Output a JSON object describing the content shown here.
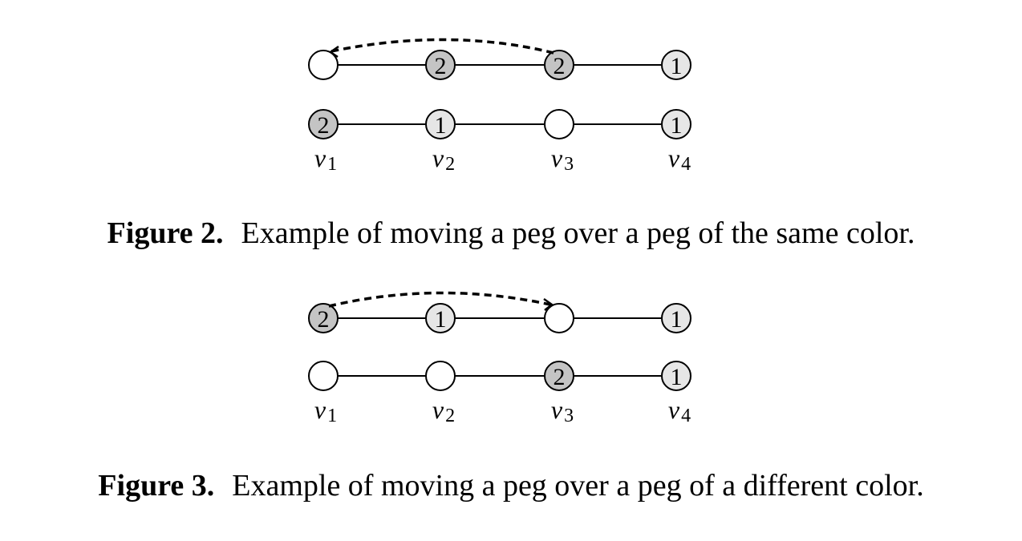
{
  "figures": [
    {
      "label": "Figure 2.",
      "caption": "Example of moving a peg over a peg of the same color.",
      "vertex_labels": [
        "v1",
        "v2",
        "v3",
        "v4"
      ],
      "rows": [
        [
          "",
          "2",
          "2",
          "1"
        ],
        [
          "2",
          "1",
          "",
          "1"
        ]
      ],
      "jump": {
        "from": "v3",
        "to": "v1"
      }
    },
    {
      "label": "Figure 3.",
      "caption": "Example of moving a peg over a peg of a different color.",
      "vertex_labels": [
        "v1",
        "v2",
        "v3",
        "v4"
      ],
      "rows": [
        [
          "2",
          "1",
          "",
          "1"
        ],
        [
          "",
          "",
          "2",
          "1"
        ]
      ],
      "jump": {
        "from": "v1",
        "to": "v3"
      }
    }
  ],
  "colors": {
    "color2_fill": "#c4c4c4",
    "color1_fill": "#e6e6e6",
    "empty_fill": "#ffffff",
    "stroke": "#000000"
  }
}
